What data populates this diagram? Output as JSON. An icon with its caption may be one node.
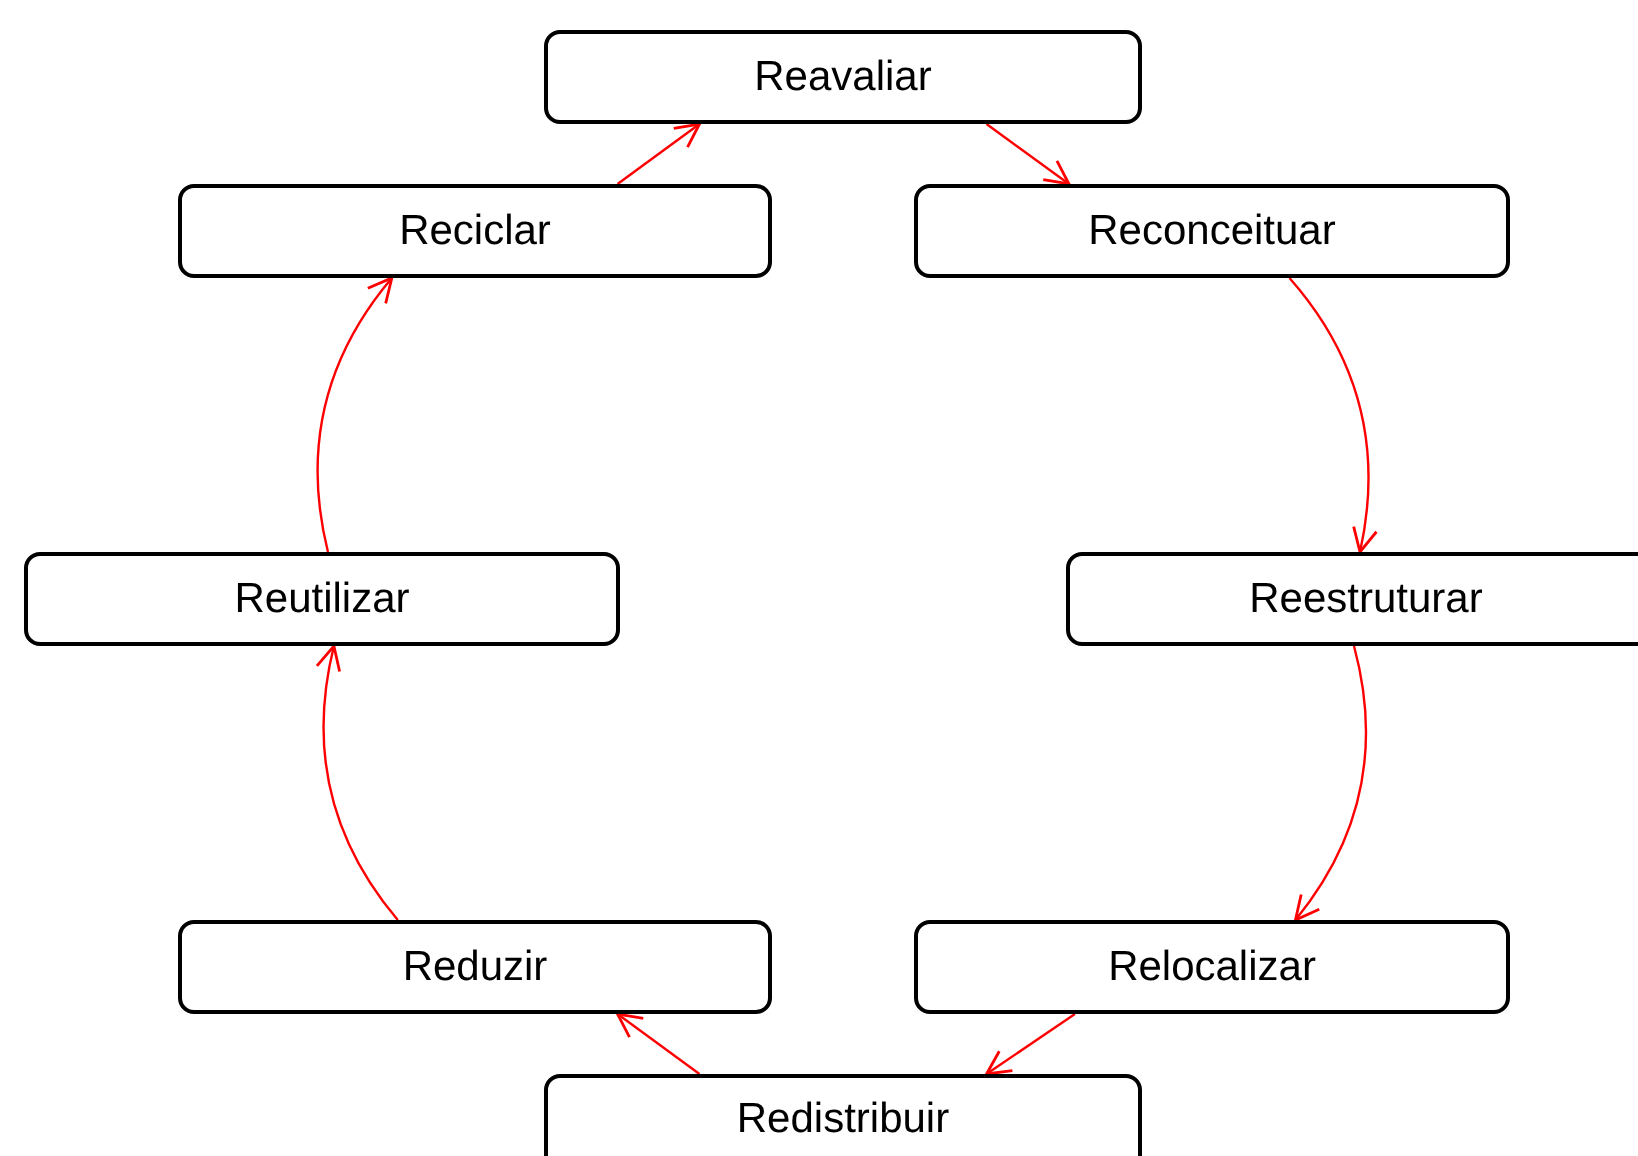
{
  "diagram": {
    "nodes": [
      {
        "text": [
          "Reavaliar"
        ]
      },
      {
        "text": [
          "Reconceituar"
        ]
      },
      {
        "text": [
          "Reestruturar"
        ]
      },
      {
        "text": [
          "Relocalizar"
        ]
      },
      {
        "text": [
          "Redistribuir"
        ]
      },
      {
        "text": [
          "Reduzir"
        ]
      },
      {
        "text": [
          "Reutilizar"
        ]
      },
      {
        "text": [
          "Reciclar"
        ]
      }
    ],
    "edges": [
      {
        "from": 0,
        "to": 1,
        "arrow": "to"
      },
      {
        "from": 1,
        "to": 2,
        "arrow": "to"
      },
      {
        "from": 2,
        "to": 3,
        "arrow": "to"
      },
      {
        "from": 3,
        "to": 4,
        "arrow": "to"
      },
      {
        "from": 4,
        "to": 5,
        "arrow": "to"
      },
      {
        "from": 5,
        "to": 6,
        "arrow": "to"
      },
      {
        "from": 6,
        "to": 7,
        "arrow": "to"
      },
      {
        "from": 7,
        "to": 0,
        "arrow": "to"
      }
    ]
  }
}
